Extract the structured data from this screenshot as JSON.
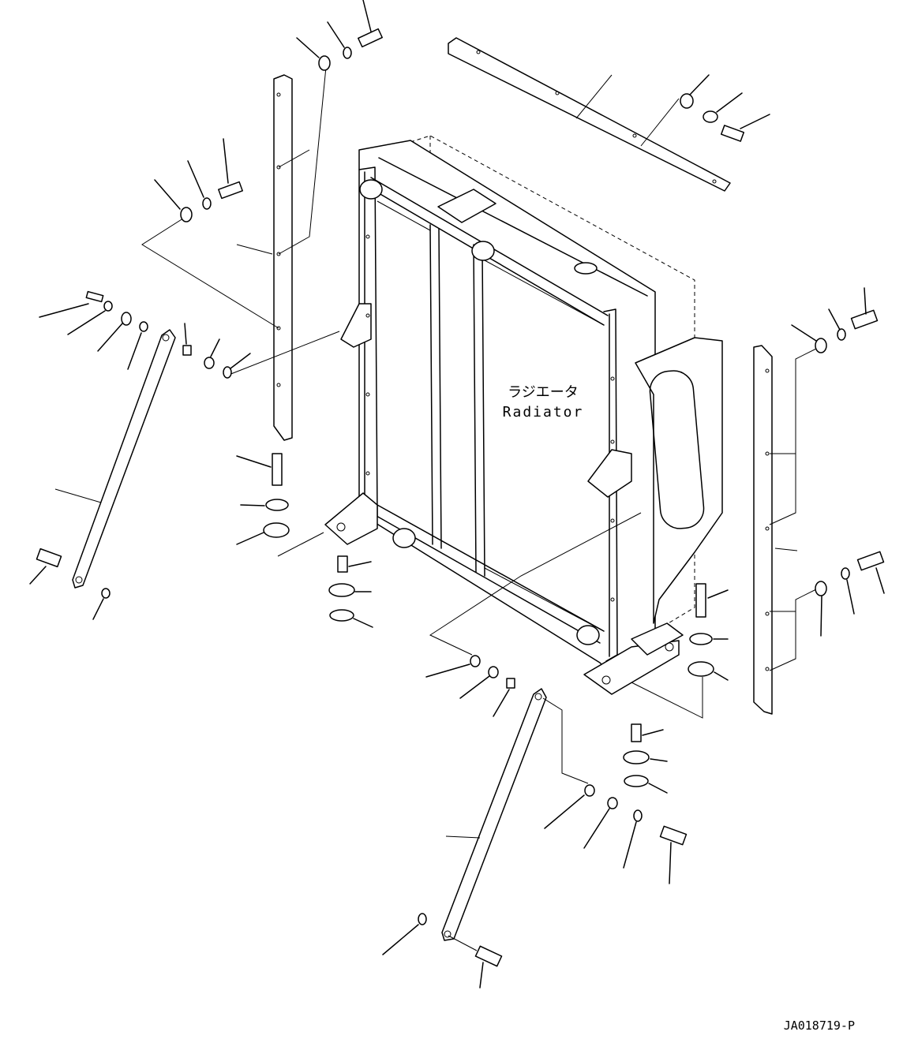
{
  "diagram": {
    "label_jp": "ラジエータ",
    "label_en": "Radiator",
    "drawing_id": "JA018719-P"
  }
}
